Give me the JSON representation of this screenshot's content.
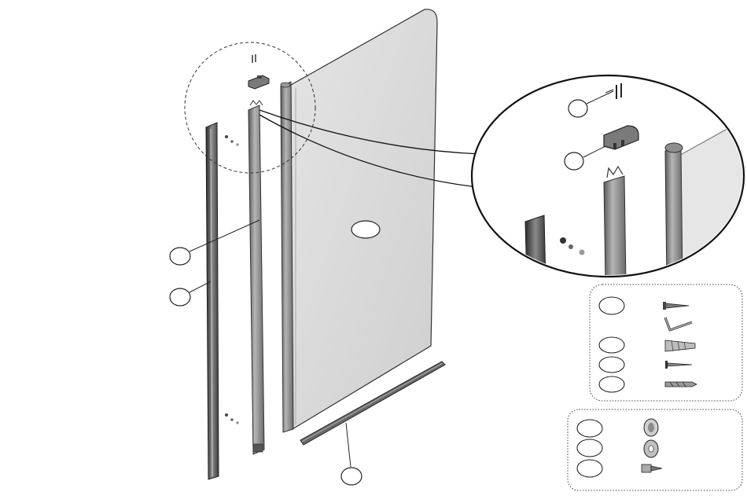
{
  "diagram": {
    "parts": [
      {
        "id": "glass-panel"
      },
      {
        "id": "wall-profile"
      },
      {
        "id": "adjustment-profile"
      },
      {
        "id": "bottom-seal"
      },
      {
        "id": "top-cap"
      },
      {
        "id": "screws-pair"
      }
    ],
    "callouts": [
      {
        "target": "glass-panel",
        "label": ""
      },
      {
        "target": "adjustment-profile",
        "label": ""
      },
      {
        "target": "wall-profile",
        "label": ""
      },
      {
        "target": "bottom-seal",
        "label": ""
      },
      {
        "target": "detail-screws",
        "label": ""
      },
      {
        "target": "detail-top-cap",
        "label": ""
      }
    ],
    "hardware_box_1": {
      "items": [
        {
          "icon": "screw-icon",
          "label": ""
        },
        {
          "icon": "allen-key-icon",
          "label": ""
        },
        {
          "icon": "wall-plug-icon",
          "label": ""
        },
        {
          "icon": "flat-head-screw-icon",
          "label": ""
        },
        {
          "icon": "drill-bit-icon",
          "label": ""
        }
      ]
    },
    "hardware_box_2": {
      "items": [
        {
          "icon": "cap-nut-icon",
          "label": ""
        },
        {
          "icon": "washer-icon",
          "label": ""
        },
        {
          "icon": "grub-screw-icon",
          "label": ""
        }
      ]
    },
    "colors": {
      "line": "#222222",
      "glass": "#dcdcdc",
      "profile": "#8a8a8a",
      "profile_dark": "#3a3a3a"
    }
  }
}
